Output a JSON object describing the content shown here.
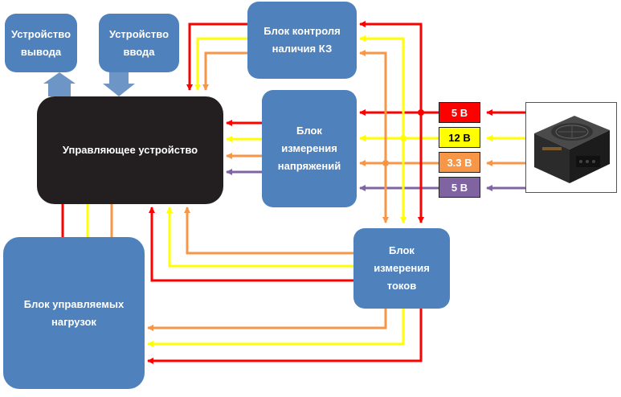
{
  "blocks": {
    "output_device": "Устройство\nвывода",
    "input_device": "Устройство\nввода",
    "short_circuit_control": "Блок контроля\nналичия КЗ",
    "controller": "Управляющее устройство",
    "voltage_measure": "Блок\nизмерения\nнапряжений",
    "current_measure": "Блок\nизмерения\nтоков",
    "loads": "Блок управляемых\nнагрузок"
  },
  "rails": [
    {
      "label": "5 В",
      "color": "#ff0000"
    },
    {
      "label": "12 В",
      "color": "#ffff00"
    },
    {
      "label": "3.3 В",
      "color": "#f79646"
    },
    {
      "label": "5 В",
      "color": "#8064a2"
    }
  ],
  "psu_icon": "power-supply-unit-image"
}
